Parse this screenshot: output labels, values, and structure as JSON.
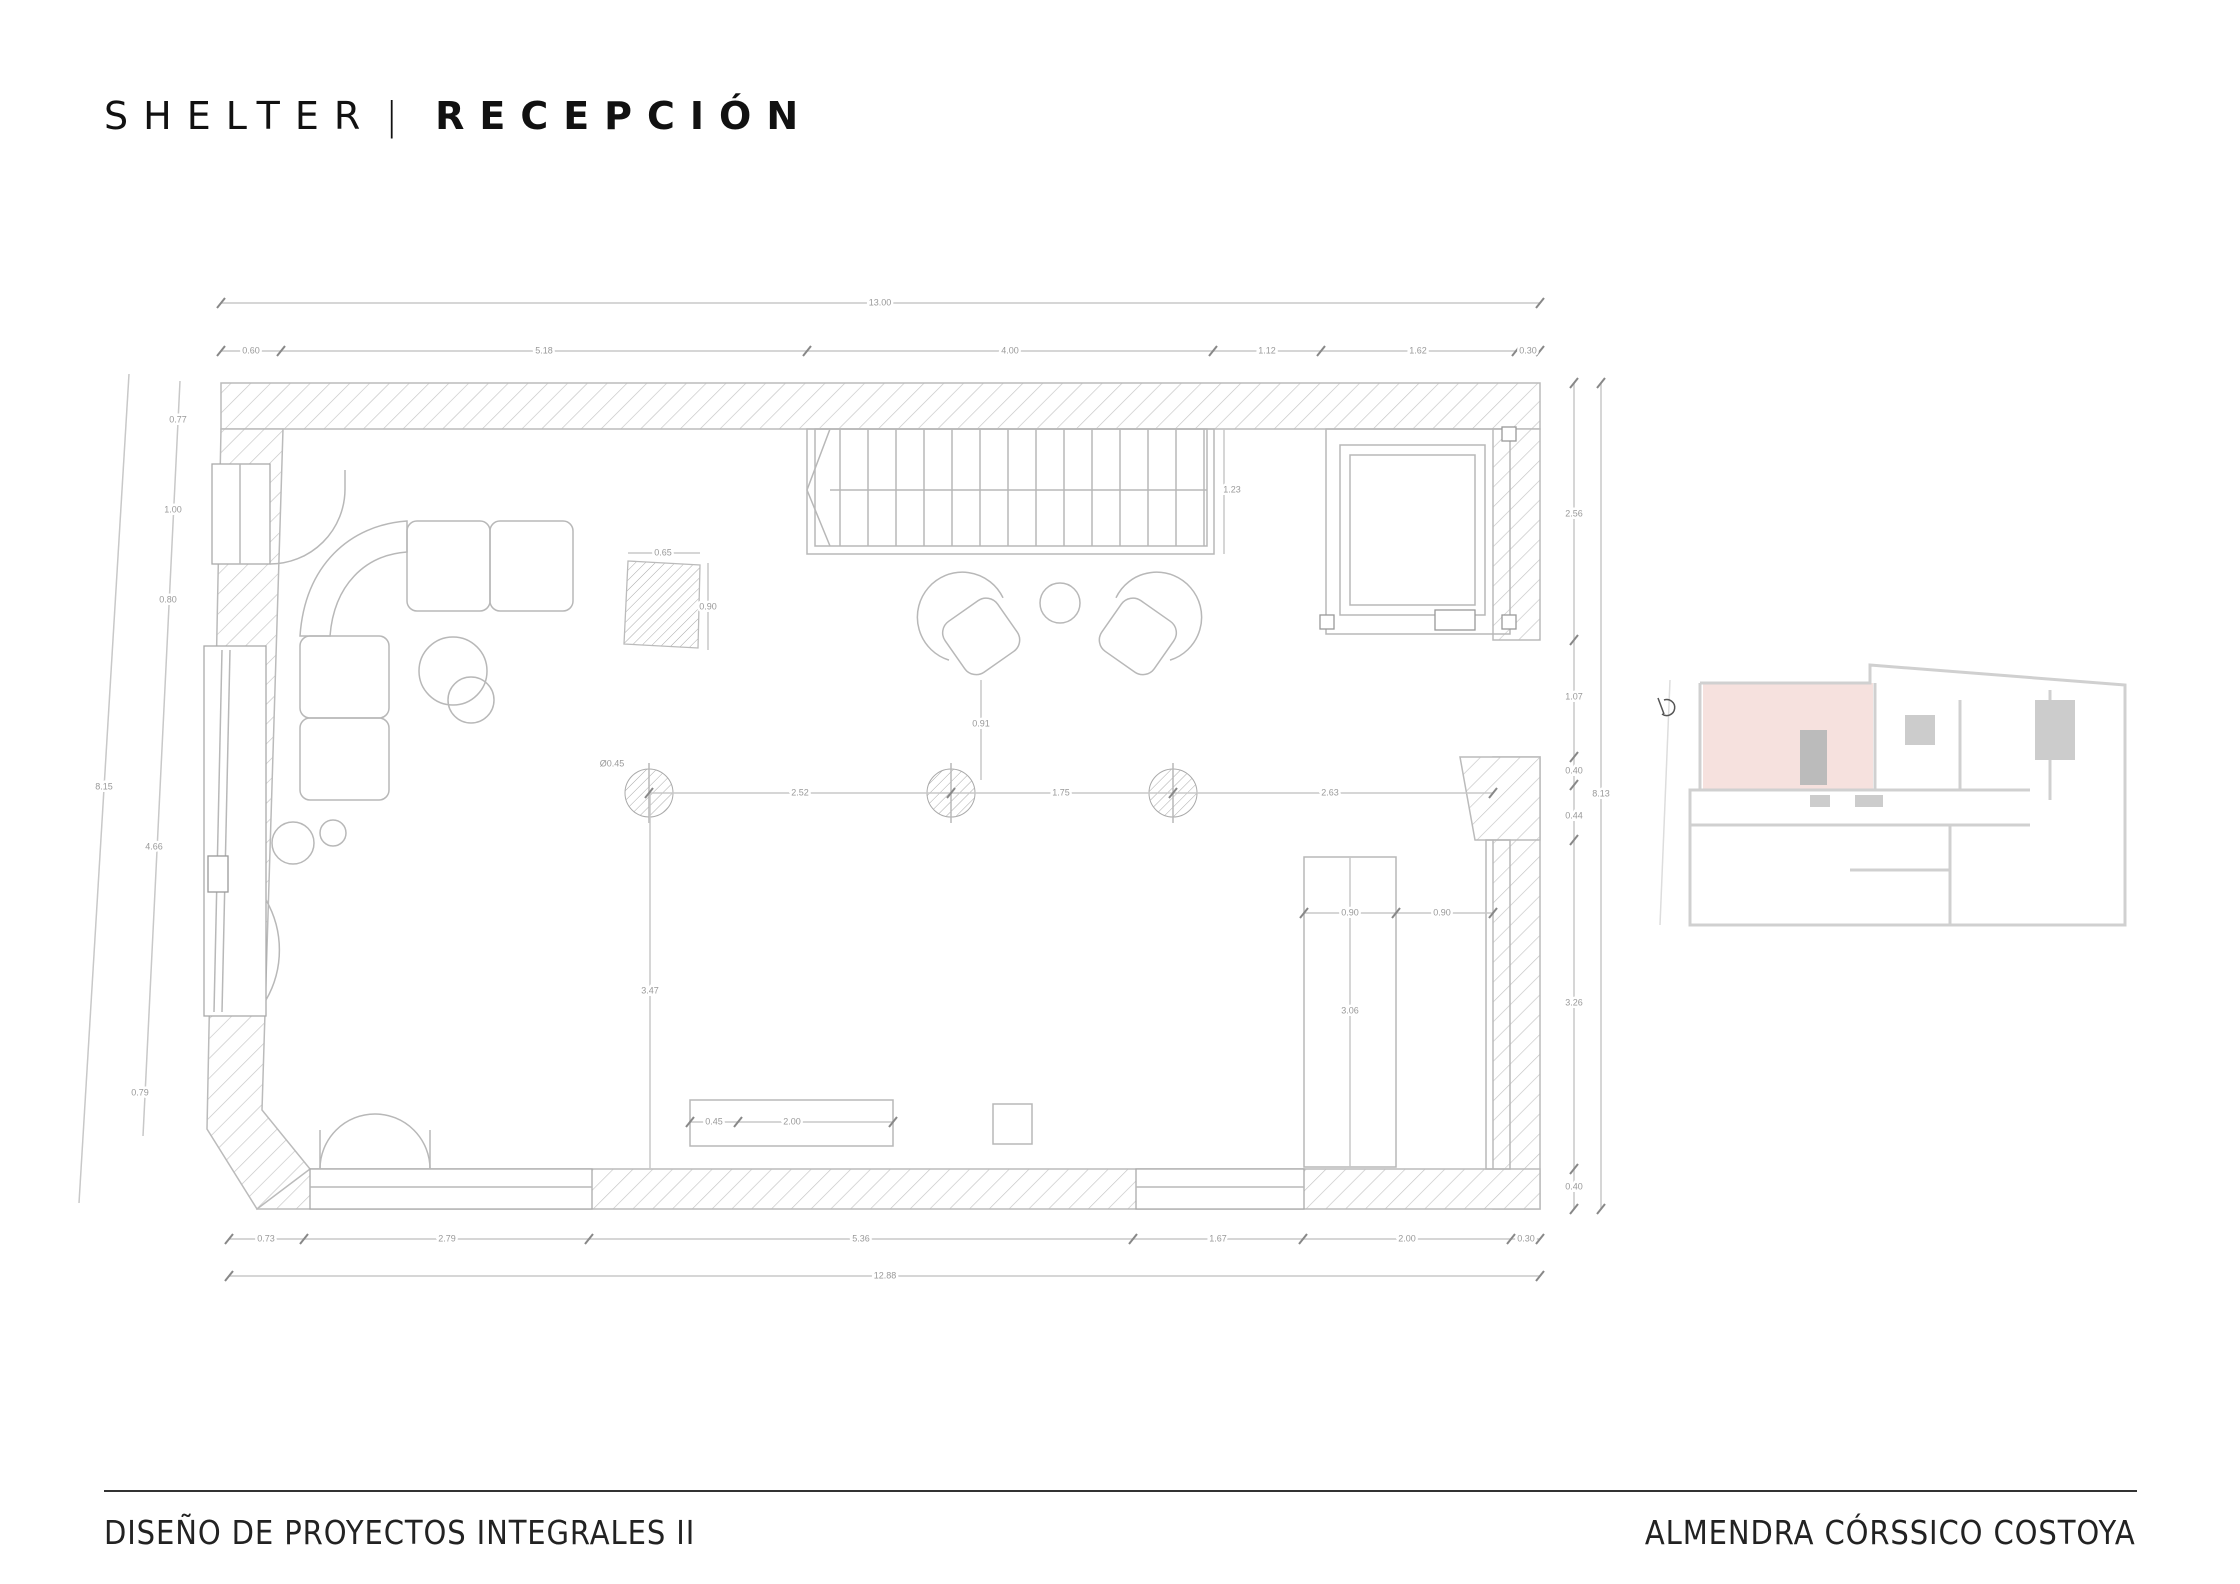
{
  "header": {
    "project": "SHELTER",
    "separator": "|",
    "section": "RECEPCIÓN"
  },
  "footer": {
    "course": "DISEÑO DE PROYECTOS INTEGRALES II",
    "author": "ALMENDRA CÓRSSICO COSTOYA"
  },
  "plan": {
    "top_dims": {
      "overall": "13.00",
      "segments": [
        "0.60",
        "5.18",
        "4.00",
        "1.12",
        "1.62",
        "0.30"
      ]
    },
    "bottom_dims": {
      "overall": "12.88",
      "segments": [
        "0.73",
        "2.79",
        "5.36",
        "1.67",
        "2.00",
        "0.30"
      ]
    },
    "left_dims": {
      "overall": "8.15",
      "segments": [
        "0.77",
        "1.00",
        "0.80",
        "4.66",
        "0.79"
      ]
    },
    "right_dims": {
      "overall": "8.13",
      "segments": [
        "2.56",
        "1.07",
        "0.40",
        "0.44",
        "3.26",
        "0.40"
      ]
    },
    "interior_dims": {
      "planter_width": "0.65",
      "planter_depth": "0.90",
      "stair_width": "1.23",
      "chair_to_column": "0.91",
      "column_diameter": "Ø0.45",
      "column_span_1": "2.52",
      "column_span_2": "1.75",
      "column_span_3": "2.63",
      "column_to_wall": "3.47",
      "bench_depth": "0.45",
      "bench_length": "2.00",
      "counter_width": "0.90",
      "counter_gap": "0.90",
      "counter_length": "3.06"
    }
  },
  "colors": {
    "highlight_room": "#f6e1de",
    "line": "#b8b8b8",
    "text": "#111111"
  }
}
